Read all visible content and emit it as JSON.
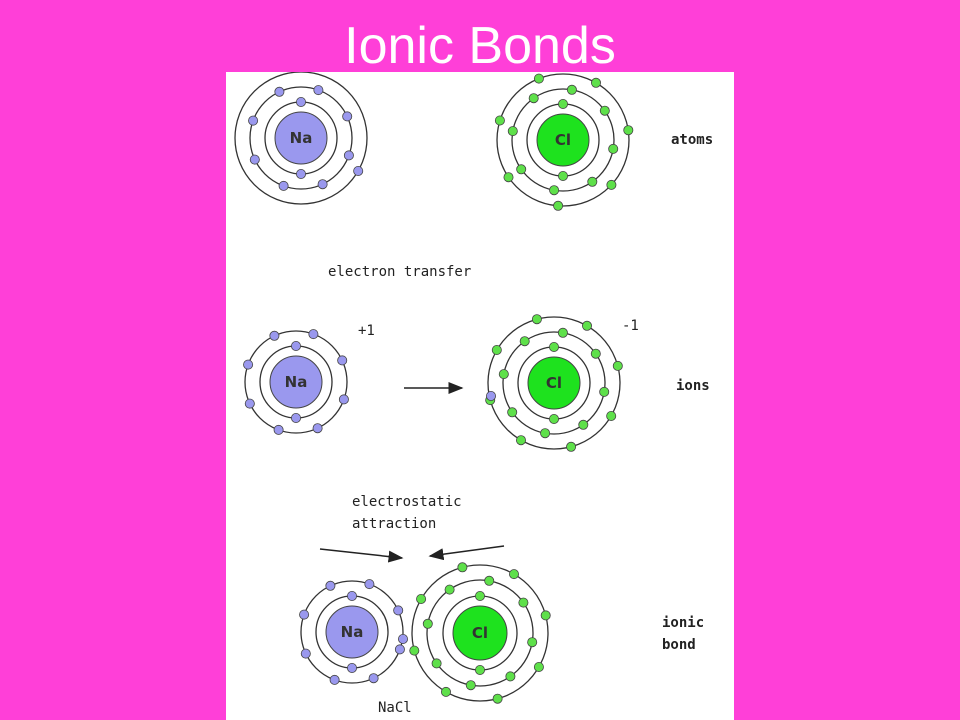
{
  "title": "Ionic Bonds",
  "labels": {
    "atoms": "atoms",
    "electron_transfer": "electron transfer",
    "ions": "ions",
    "electrostatic": "electrostatic",
    "attraction": "attraction",
    "ionic": "ionic",
    "bond": "bond",
    "plus_charge": "+1",
    "minus_charge": "-1",
    "compound": "NaCl"
  },
  "elements": {
    "sodium": "Na",
    "chlorine": "Cl"
  },
  "colors": {
    "background": "#ff3fd8",
    "sodium_nucleus": "#9a98ee",
    "sodium_electron": "#9a98ee",
    "chlorine_nucleus": "#1ee21e",
    "chlorine_electron": "#5ee04a",
    "orbit": "#333333"
  },
  "atoms_row": {
    "sodium_shell_electrons": [
      2,
      8,
      1
    ],
    "chlorine_shell_electrons": [
      2,
      8,
      7
    ]
  },
  "ions_row": {
    "sodium_shell_electrons": [
      2,
      8
    ],
    "chlorine_shell_electrons": [
      2,
      8,
      8
    ]
  }
}
